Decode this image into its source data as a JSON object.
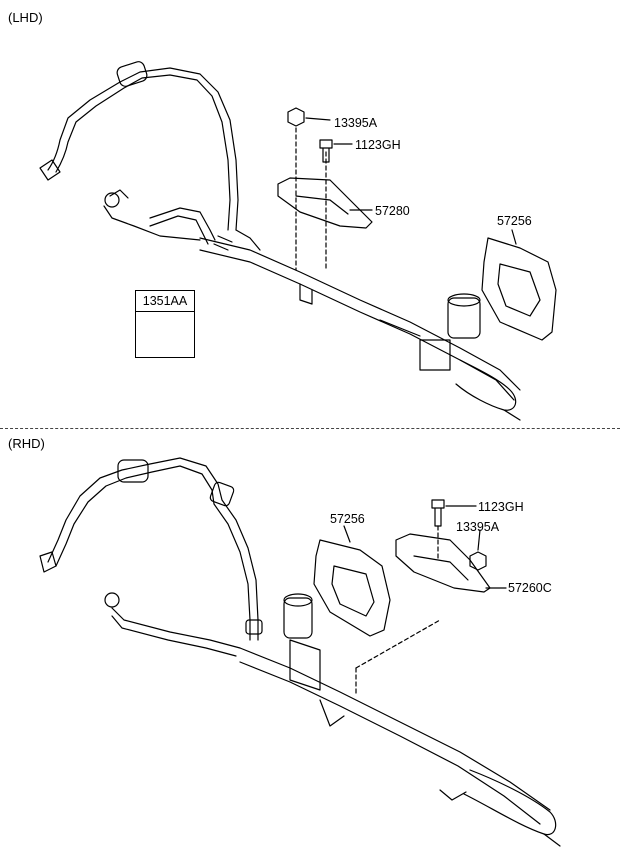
{
  "sections": {
    "lhd": {
      "title": "(LHD)"
    },
    "rhd": {
      "title": "(RHD)"
    }
  },
  "lhd_parts": {
    "nut": "13395A",
    "bolt": "1123GH",
    "bracket": "57280",
    "cover": "57256",
    "grommet_box": "1351AA"
  },
  "rhd_parts": {
    "cover": "57256",
    "bolt": "1123GH",
    "nut": "13395A",
    "bracket": "57260C"
  }
}
